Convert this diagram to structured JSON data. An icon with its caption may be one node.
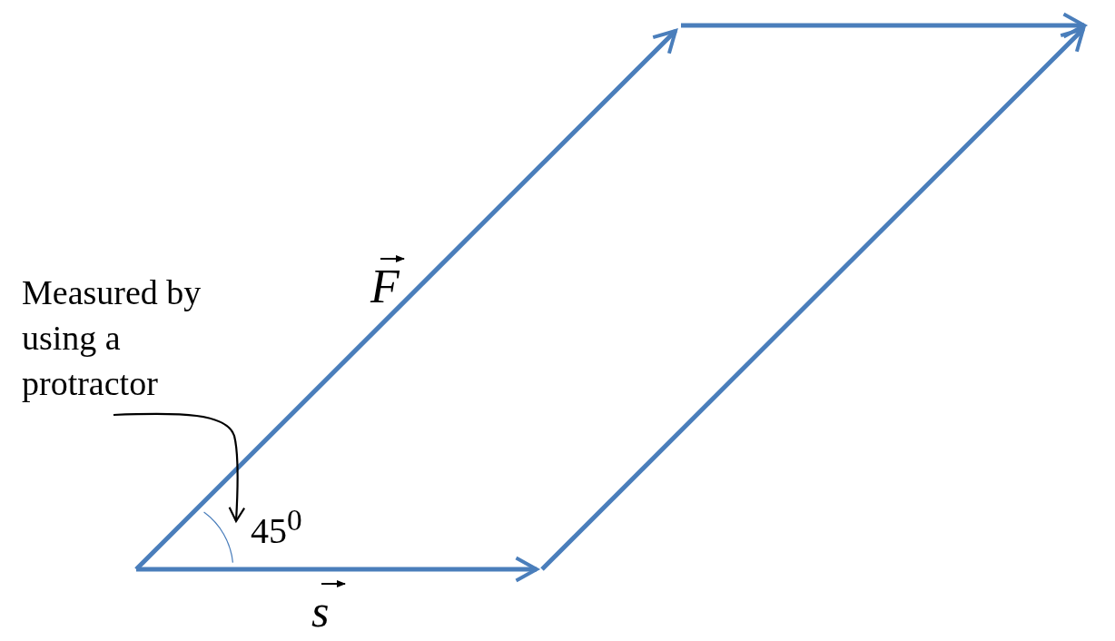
{
  "diagram": {
    "nodes": [
      {
        "text": [
          "Measured by using a protractor"
        ]
      },
      {
        "text": [],
        "shape": "arc"
      }
    ],
    "edges": [
      {
        "from": 0,
        "to": 1,
        "arrow": "to"
      }
    ],
    "labels": [
      "F",
      "s",
      "45$^{0}$"
    ]
  }
}
